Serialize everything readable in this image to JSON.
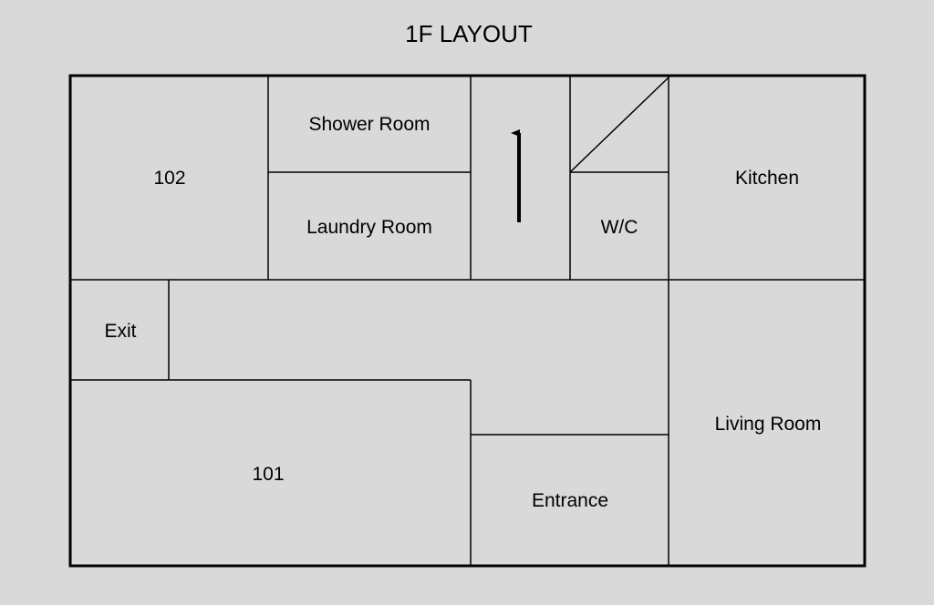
{
  "title": "1F LAYOUT",
  "rooms": {
    "room_102": "102",
    "shower_room": "Shower Room",
    "laundry_room": "Laundry Room",
    "wc": "W/C",
    "kitchen": "Kitchen",
    "exit": "Exit",
    "living_room": "Living Room",
    "room_101": "101",
    "entrance": "Entrance"
  },
  "symbols": {
    "stairs_arrow": "arrow-up-icon",
    "stairs_diagonal": "stairs-icon"
  }
}
